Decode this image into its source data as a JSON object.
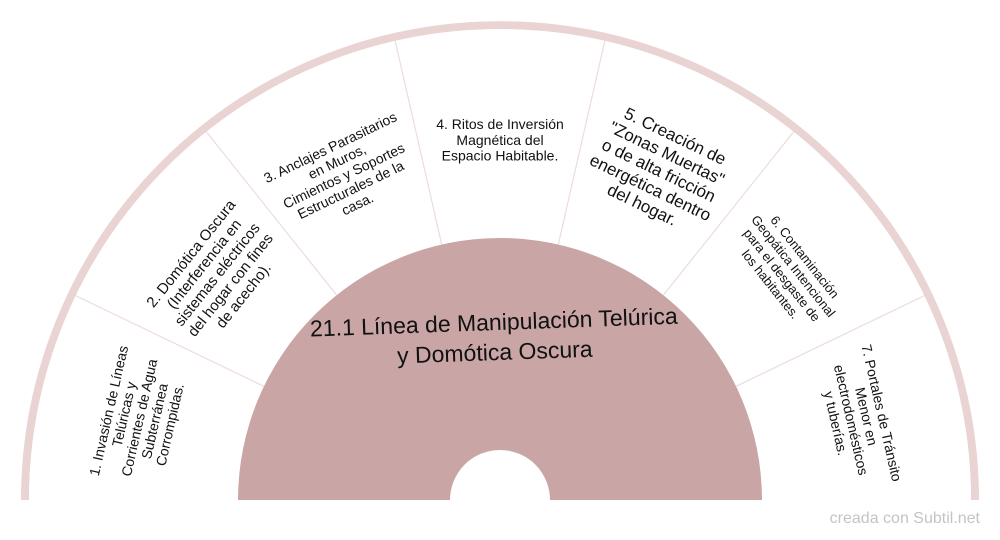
{
  "center": {
    "lines": [
      "21.1 Línea de Manipulación Telúrica",
      "y Domótica Oscura"
    ]
  },
  "segments": [
    {
      "lines": [
        "1. Invasión de Líneas",
        "Telúricas y",
        "Corrientes de Agua",
        "Subterránea",
        "Corrompidas."
      ]
    },
    {
      "lines": [
        "2. Domótica Oscura",
        "(Interferencia en",
        "sistemas eléctricos",
        "del hogar con fines",
        "de acecho)."
      ]
    },
    {
      "lines": [
        "3. Anclajes Parasitarios",
        "en Muros,",
        "Cimientos y Soportes",
        "Estructurales de la",
        "casa."
      ]
    },
    {
      "lines": [
        "4. Ritos de Inversión",
        "Magnética del",
        "Espacio Habitable."
      ]
    },
    {
      "lines": [
        "5. Creación de",
        "\"Zonas Muertas\"",
        "o de alta fricción",
        "energética dentro",
        "del hogar."
      ]
    },
    {
      "lines": [
        "6. Contaminación",
        "Geopática Intencional",
        "para el desgaste de",
        "los habitantes."
      ]
    },
    {
      "lines": [
        "7. Portales de Tránsito",
        "Menor en",
        "electrodomésticos",
        "y tuberías."
      ]
    }
  ],
  "credit": "creada con Subtil.net",
  "colors": {
    "rim": "#e9d3d3",
    "center_fill": "#c9a5a5",
    "divider": "#eddcdc",
    "text": "#111111"
  }
}
